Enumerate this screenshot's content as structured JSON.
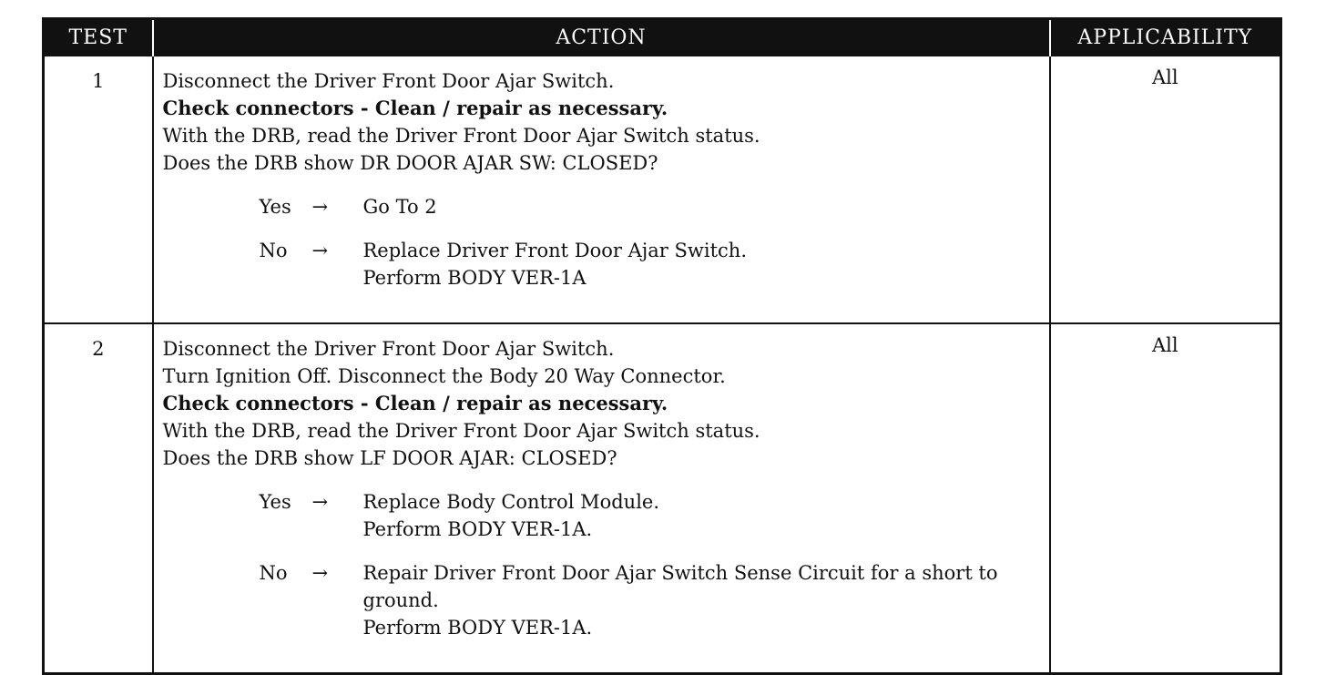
{
  "headers": {
    "test": "TEST",
    "action": "ACTION",
    "applicability": "APPLICABILITY"
  },
  "rows": [
    {
      "test": "1",
      "applicability": "All",
      "lines": [
        "Disconnect the Driver Front Door Ajar Switch.",
        "Check connectors - Clean / repair as necessary.",
        "With the DRB, read the Driver Front Door Ajar Switch status.",
        "Does the DRB show DR DOOR AJAR SW: CLOSED?"
      ],
      "yes": {
        "label": "Yes",
        "arrow": "→",
        "lines": [
          "Go To   2"
        ]
      },
      "no": {
        "label": "No",
        "arrow": "→",
        "lines": [
          "Replace Driver Front Door Ajar Switch.",
          "Perform BODY VER-1A"
        ]
      }
    },
    {
      "test": "2",
      "applicability": "All",
      "lines": [
        "Disconnect the Driver Front Door Ajar Switch.",
        "Turn Ignition Off. Disconnect the Body 20 Way Connector.",
        "Check connectors - Clean / repair as necessary.",
        "With the DRB, read the Driver Front Door Ajar Switch status.",
        "Does the DRB show LF DOOR AJAR: CLOSED?"
      ],
      "yes": {
        "label": "Yes",
        "arrow": "→",
        "lines": [
          "Replace Body Control Module.",
          "Perform BODY VER-1A."
        ]
      },
      "no": {
        "label": "No",
        "arrow": "→",
        "lines": [
          "Repair Driver Front Door Ajar Switch Sense Circuit for a short to",
          "ground.",
          "Perform BODY VER-1A."
        ]
      }
    }
  ]
}
